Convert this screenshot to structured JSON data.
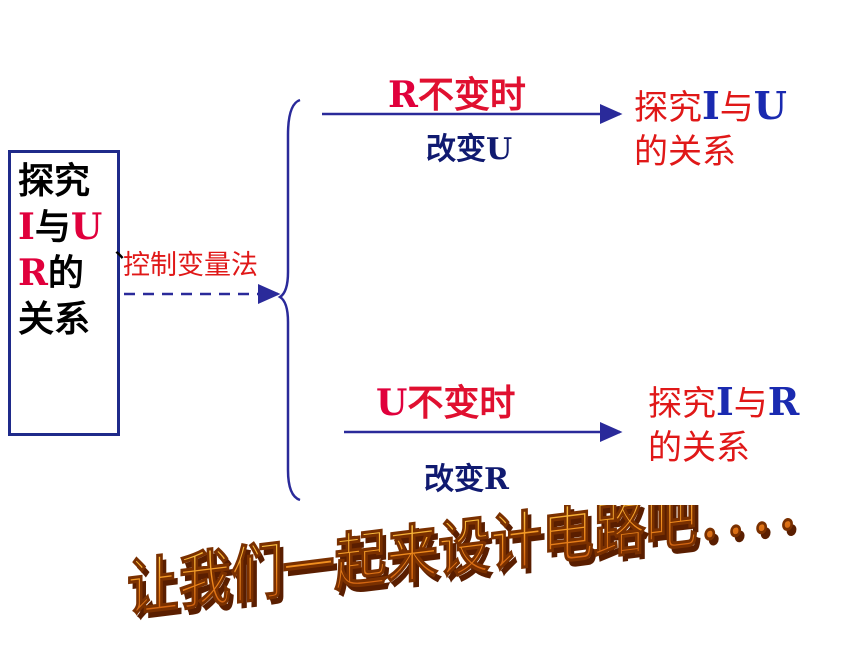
{
  "topic_box": {
    "line1": "探究",
    "line2_a": "I",
    "line2_b": "与",
    "line2_c": "U",
    "line3_a": "R",
    "line3_b": "的",
    "line4": "关系",
    "separator": "、"
  },
  "method_label": "控制变量法",
  "branch_top": {
    "condition_var": "R",
    "condition_text": "不变时",
    "change_text": "改变",
    "change_var": "U",
    "result_line1_a": "探究",
    "result_line1_var1": "I",
    "result_line1_b": "与",
    "result_line1_var2": "U",
    "result_line2": "的关系"
  },
  "branch_bottom": {
    "condition_var": "U",
    "condition_text": "不变时",
    "change_text": "改变",
    "change_var": "R",
    "result_line1_a": "探究",
    "result_line1_var1": "I",
    "result_line1_b": "与",
    "result_line1_var2": "R",
    "result_line2": "的关系"
  },
  "banner_text": "让我们一起来设计电路吧．．．．",
  "colors": {
    "box_border": "#1f2a8a",
    "arrow": "#2a2a9a",
    "accent_red": "#e01818",
    "accent_pink": "#e0003c",
    "navy": "#101a70",
    "banner_orange": "#e8801a"
  }
}
